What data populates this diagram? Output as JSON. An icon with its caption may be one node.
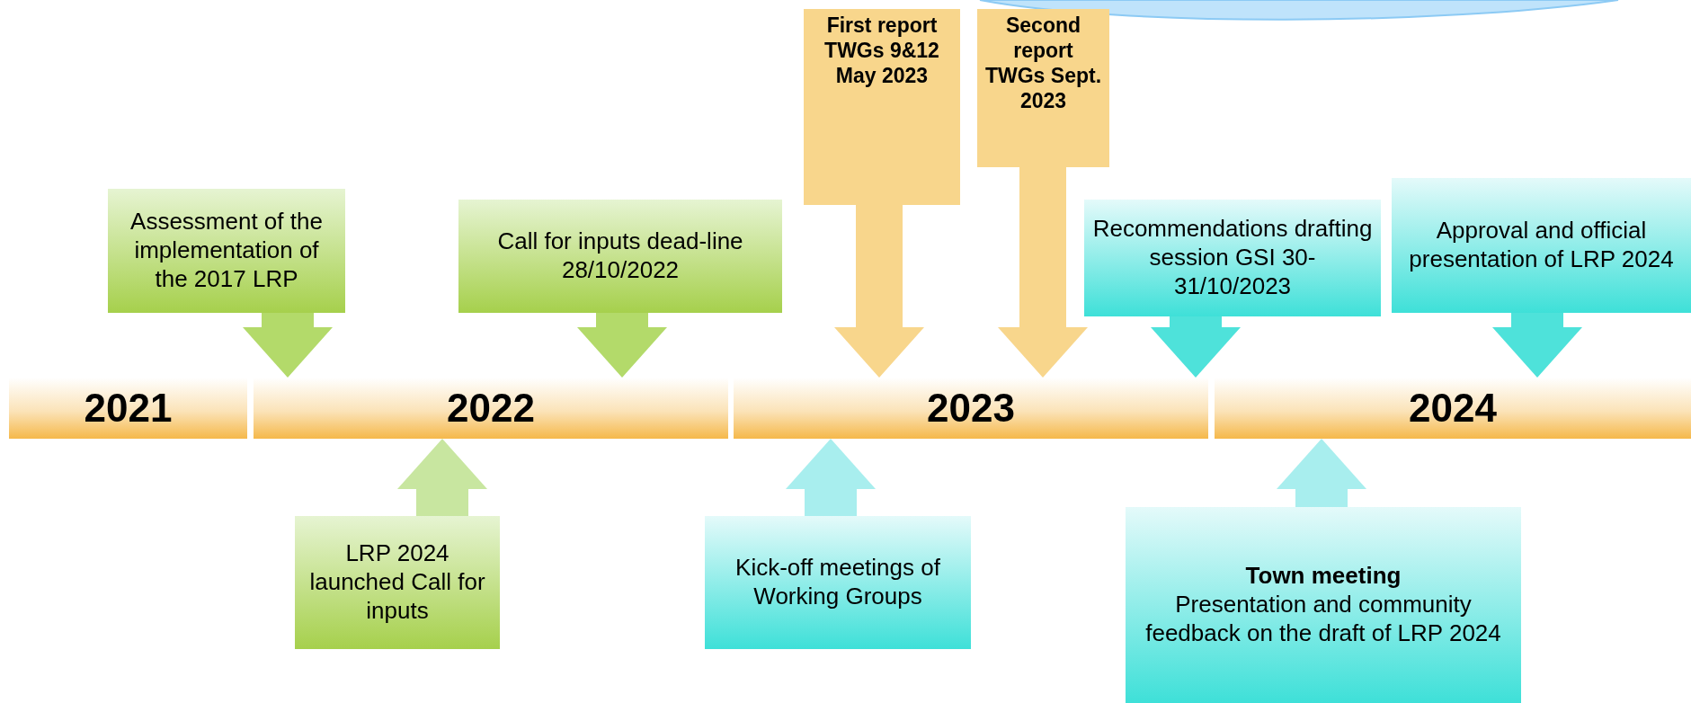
{
  "diagram": {
    "nodes": [
      {
        "text": [
          "2021"
        ]
      },
      {
        "text": [
          "2022"
        ]
      },
      {
        "text": [
          "2023"
        ]
      },
      {
        "text": [
          "2024"
        ]
      },
      {
        "text": [
          "Assessment of the implementation of the 2017 LRP"
        ]
      },
      {
        "text": [
          "Call for inputs dead-line 28/10/2022"
        ]
      },
      {
        "text": [
          "First report TWGs 9&12 May 2023"
        ]
      },
      {
        "text": [
          "Second report TWGs Sept. 2023"
        ]
      },
      {
        "text": [
          "Recommendations drafting session GSI 30-31/10/2023"
        ]
      },
      {
        "text": [
          "Approval and official presentation of LRP 2024"
        ]
      },
      {
        "text": [
          "LRP 2024 launched Call for inputs"
        ]
      },
      {
        "text": [
          "Kick-off meetings of Working Groups"
        ]
      },
      {
        "text": [
          "Town meeting",
          "Presentation and community feedback on the draft of LRP 2024"
        ]
      }
    ],
    "edges": [
      {
        "from": 4,
        "to": 1,
        "arrow": "to",
        "color": "#b3da6a"
      },
      {
        "from": 5,
        "to": 1,
        "arrow": "to",
        "color": "#b3da6a"
      },
      {
        "from": 6,
        "to": 2,
        "arrow": "to",
        "color": "#f8d68c"
      },
      {
        "from": 7,
        "to": 2,
        "arrow": "to",
        "color": "#f8d68c"
      },
      {
        "from": 8,
        "to": 2,
        "arrow": "to",
        "color": "#4ee2da"
      },
      {
        "from": 9,
        "to": 3,
        "arrow": "to",
        "color": "#4ee2da"
      },
      {
        "from": 10,
        "to": 1,
        "arrow": "to",
        "color": "#c8e6a0"
      },
      {
        "from": 11,
        "to": 2,
        "arrow": "to",
        "color": "#a8eeee"
      },
      {
        "from": 12,
        "to": 3,
        "arrow": "to",
        "color": "#a8eeee"
      }
    ]
  }
}
